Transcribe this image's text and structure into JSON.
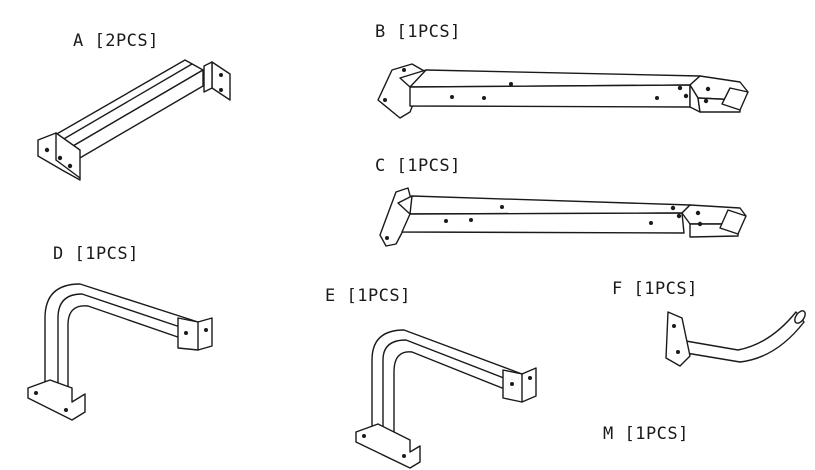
{
  "parts": [
    {
      "id": "A",
      "label": "A [2PCS]"
    },
    {
      "id": "B",
      "label": "B [1PCS]"
    },
    {
      "id": "C",
      "label": "C [1PCS]"
    },
    {
      "id": "D",
      "label": "D [1PCS]"
    },
    {
      "id": "E",
      "label": "E [1PCS]"
    },
    {
      "id": "F",
      "label": "F [1PCS]"
    },
    {
      "id": "M",
      "label": "M [1PCS]"
    }
  ],
  "colors": {
    "ink": "#1a1a1a",
    "paper": "#ffffff"
  }
}
